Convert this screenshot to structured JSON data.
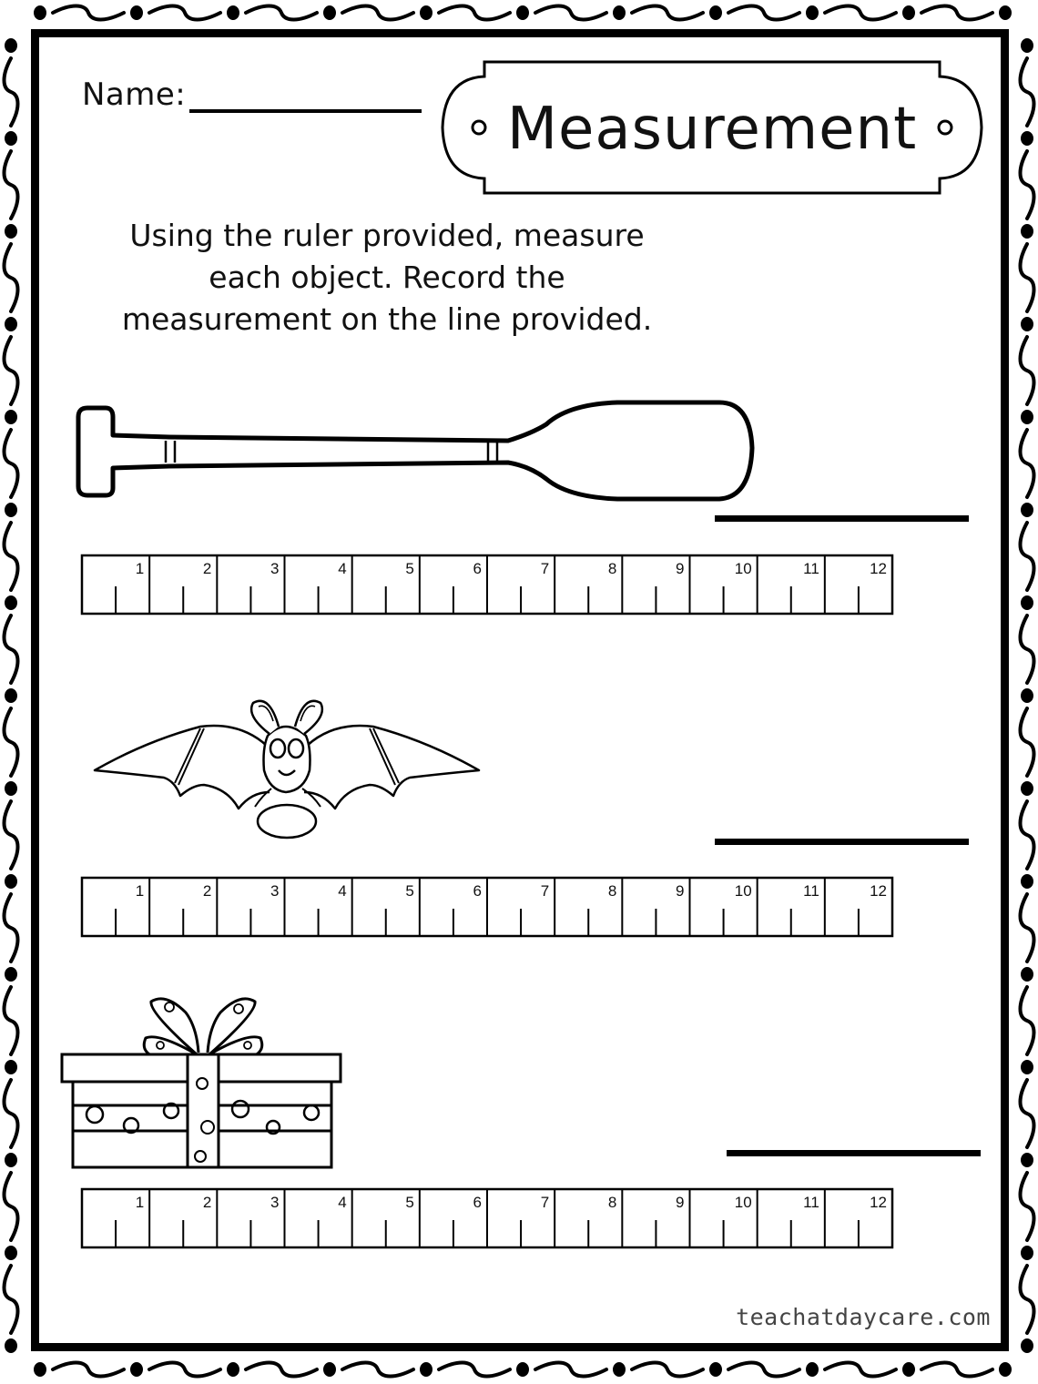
{
  "worksheet": {
    "name_label": "Name:",
    "title": "Measurement",
    "instructions": [
      "Using the ruler provided, measure",
      "each object. Record the",
      "measurement on the line provided."
    ],
    "credit": "teachatdaycare.com"
  },
  "ruler": {
    "labels": [
      "1",
      "2",
      "3",
      "4",
      "5",
      "6",
      "7",
      "8",
      "9",
      "10",
      "11",
      "12"
    ]
  },
  "items": [
    {
      "object": "paddle-icon"
    },
    {
      "object": "bat-icon"
    },
    {
      "object": "gift-box-icon"
    }
  ]
}
